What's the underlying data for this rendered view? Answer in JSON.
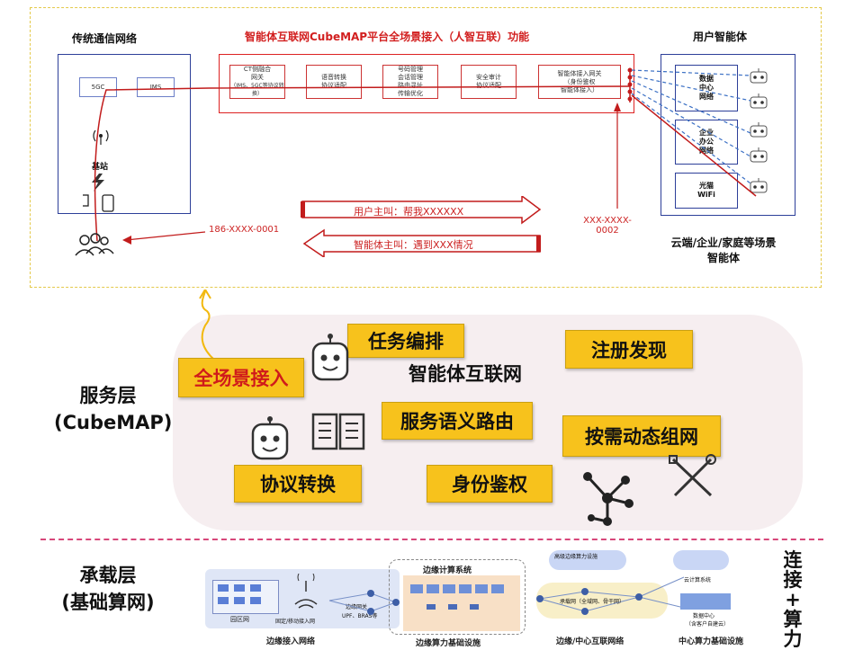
{
  "top": {
    "traditional_title": "传统通信网络",
    "platform_title": "智能体互联网CubeMAP平台全场景接入（人智互联）功能",
    "user_agent_title": "用户智能体",
    "net_5gc": "5GC",
    "net_ims": "IMS",
    "base_station": "基站",
    "functions": [
      {
        "lines": [
          "CT侧融合",
          "网关",
          "（IMS、5GC等协议转换）"
        ]
      },
      {
        "lines": [
          "语音转换",
          "协议适配"
        ]
      },
      {
        "lines": [
          "号码管理",
          "会话管理",
          "路由寻址",
          "传输优化"
        ]
      },
      {
        "lines": [
          "安全审计",
          "协议适配"
        ]
      },
      {
        "lines": [
          "智能体接入网关",
          "（身份鉴权",
          "智能体接入）"
        ]
      }
    ],
    "agents": [
      {
        "lines": [
          "数据",
          "中心",
          "网络"
        ]
      },
      {
        "lines": [
          "企业",
          "办公",
          "网络"
        ]
      },
      {
        "lines": [
          "光猫",
          "WiFi"
        ]
      }
    ],
    "user_call": "用户主叫：帮我XXXXXX",
    "agent_call": "智能体主叫：遇到XXX情况",
    "number_user": "186-XXXX-0001",
    "number_agent": "XXX-XXXX-0002",
    "scene_caption": "云端/企业/家庭等场景智能体"
  },
  "service": {
    "label_line1": "服务层",
    "label_line2": "(CubeMAP)",
    "center": "智能体互联网",
    "features": [
      {
        "label": "任务编排"
      },
      {
        "label": "注册发现"
      },
      {
        "label": "全场景接入"
      },
      {
        "label": "服务语义路由"
      },
      {
        "label": "按需动态组网"
      },
      {
        "label": "协议转换"
      },
      {
        "label": "身份鉴权"
      }
    ]
  },
  "infra": {
    "label_line1": "承载层",
    "label_line2": "(基础算网)",
    "edge_compute_system": "边缘计算系统",
    "park_network": "园区网",
    "access_note": "固定/移动接入网",
    "edge_network": "边缘网关",
    "edge_net_sub": "UPF、BRAS等",
    "edge_center_title": "高级边缘算力设施",
    "cloud_system": "云计算系统",
    "backbone": "承载网（全域网、骨干网）",
    "dc": "数据中心",
    "dc_sub": "（含客户自建云）",
    "captions": [
      "边缘接入网络",
      "边缘算力基础设施",
      "边缘/中心互联网络",
      "中心算力基础设施"
    ],
    "side": [
      "连",
      "接",
      "+",
      "算",
      "力"
    ]
  },
  "colors": {
    "accent_red": "#d21f1f",
    "feature_yellow": "#f7c21c",
    "frame_blue": "#2d3f99"
  }
}
